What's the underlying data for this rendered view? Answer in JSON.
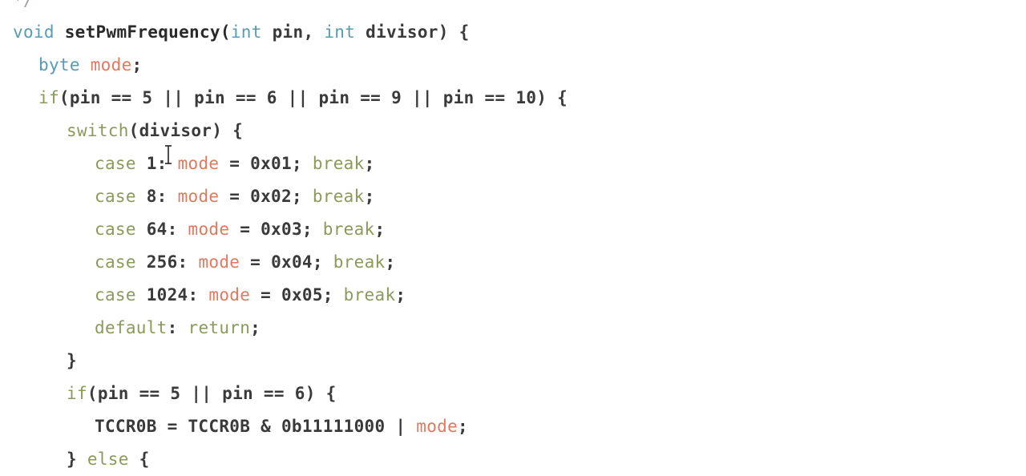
{
  "colors": {
    "background": "#ffffff",
    "plain": "#3a3a3a",
    "type_keyword": "#5a9ab3",
    "control_keyword": "#8a9a5b",
    "variable": "#e07a5f"
  },
  "editor": {
    "lines": [
      [
        {
          "text": "*/",
          "role": "comment"
        }
      ],
      [
        {
          "text": "void",
          "role": "type"
        },
        {
          "text": " setPwmFrequency(",
          "role": "func"
        },
        {
          "text": "int",
          "role": "type"
        },
        {
          "text": " pin, ",
          "role": "plain"
        },
        {
          "text": "int",
          "role": "type"
        },
        {
          "text": " divisor) {",
          "role": "plain"
        }
      ],
      [
        {
          "text": "byte",
          "role": "type"
        },
        {
          "text": " ",
          "role": "plain"
        },
        {
          "text": "mode",
          "role": "var"
        },
        {
          "text": ";",
          "role": "punct"
        }
      ],
      [
        {
          "text": "if",
          "role": "control"
        },
        {
          "text": "(pin == 5 || pin == 6 || pin == 9 || pin == 10) {",
          "role": "plain"
        }
      ],
      [
        {
          "text": "switch",
          "role": "control"
        },
        {
          "text": "(divisor) {",
          "role": "plain"
        }
      ],
      [
        {
          "text": "case",
          "role": "control"
        },
        {
          "text": " 1: ",
          "role": "plain"
        },
        {
          "text": "mode",
          "role": "var"
        },
        {
          "text": " = 0x01; ",
          "role": "plain"
        },
        {
          "text": "break",
          "role": "control"
        },
        {
          "text": ";",
          "role": "punct"
        }
      ],
      [
        {
          "text": "case",
          "role": "control"
        },
        {
          "text": " 8: ",
          "role": "plain"
        },
        {
          "text": "mode",
          "role": "var"
        },
        {
          "text": " = 0x02; ",
          "role": "plain"
        },
        {
          "text": "break",
          "role": "control"
        },
        {
          "text": ";",
          "role": "punct"
        }
      ],
      [
        {
          "text": "case",
          "role": "control"
        },
        {
          "text": " 64: ",
          "role": "plain"
        },
        {
          "text": "mode",
          "role": "var"
        },
        {
          "text": " = 0x03; ",
          "role": "plain"
        },
        {
          "text": "break",
          "role": "control"
        },
        {
          "text": ";",
          "role": "punct"
        }
      ],
      [
        {
          "text": "case",
          "role": "control"
        },
        {
          "text": " 256: ",
          "role": "plain"
        },
        {
          "text": "mode",
          "role": "var"
        },
        {
          "text": " = 0x04; ",
          "role": "plain"
        },
        {
          "text": "break",
          "role": "control"
        },
        {
          "text": ";",
          "role": "punct"
        }
      ],
      [
        {
          "text": "case",
          "role": "control"
        },
        {
          "text": " 1024: ",
          "role": "plain"
        },
        {
          "text": "mode",
          "role": "var"
        },
        {
          "text": " = 0x05; ",
          "role": "plain"
        },
        {
          "text": "break",
          "role": "control"
        },
        {
          "text": ";",
          "role": "punct"
        }
      ],
      [
        {
          "text": "default",
          "role": "control"
        },
        {
          "text": ": ",
          "role": "plain"
        },
        {
          "text": "return",
          "role": "control"
        },
        {
          "text": ";",
          "role": "punct"
        }
      ],
      [
        {
          "text": "}",
          "role": "plain"
        }
      ],
      [
        {
          "text": "if",
          "role": "control"
        },
        {
          "text": "(pin == 5 || pin == 6) {",
          "role": "plain"
        }
      ],
      [
        {
          "text": "TCCR0B = TCCR0B & 0b11111000 | ",
          "role": "plain"
        },
        {
          "text": "mode",
          "role": "var"
        },
        {
          "text": ";",
          "role": "punct"
        }
      ],
      [
        {
          "text": "} ",
          "role": "plain"
        },
        {
          "text": "else",
          "role": "control"
        },
        {
          "text": " {",
          "role": "plain"
        }
      ]
    ]
  },
  "cursor": {
    "icon": "text-cursor-icon"
  }
}
